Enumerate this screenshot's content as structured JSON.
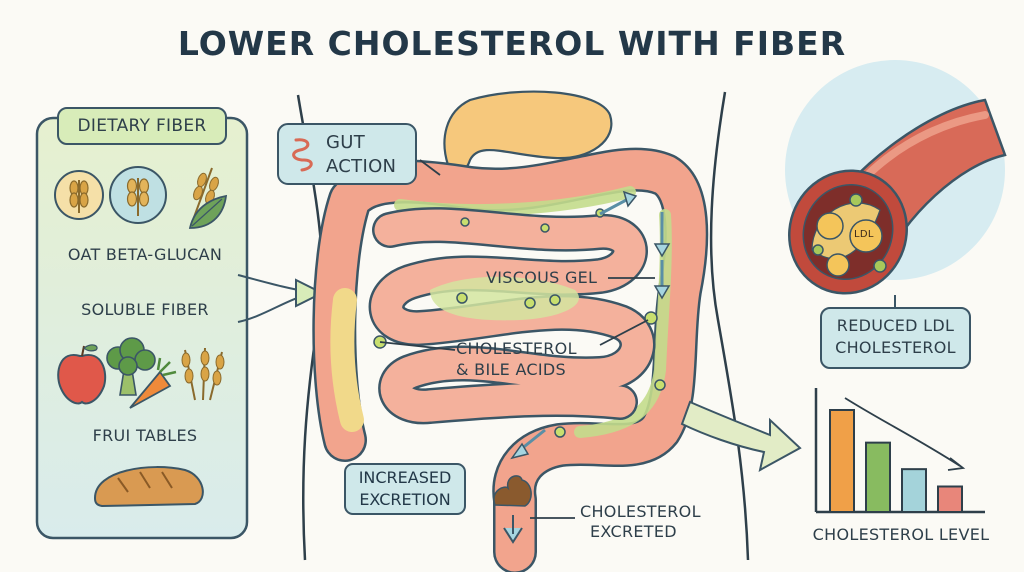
{
  "title": "LOWER CHOLESTEROL WITH FIBER",
  "fiber_panel": {
    "header": "DIETARY FIBER",
    "label_oat": "OAT BETA-GLUCAN",
    "label_soluble": "SOLUBLE FIBER",
    "label_fruits": "FRUI TABLES"
  },
  "gut": {
    "action_label_1": "GUT",
    "action_label_2": "ACTION",
    "viscous_gel": "VISCOUS GEL",
    "cholesterol_1": "CHOLESTEROL",
    "cholesterol_2": "& BILE ACIDS",
    "increased_1": "INCREASED",
    "increased_2": "EXCRETION",
    "excreted_1": "CHOLESTEROL",
    "excreted_2": "EXCRETED"
  },
  "artery": {
    "ldl": "LDL",
    "reduced_1": "REDUCED LDL",
    "reduced_2": "CHOLESTEROL"
  },
  "chart_data": {
    "type": "bar",
    "categories": [
      "",
      "",
      "",
      ""
    ],
    "values": [
      100,
      68,
      42,
      25
    ],
    "colors": [
      "#f0a048",
      "#88bb60",
      "#a4d3da",
      "#e8867a"
    ],
    "xlabel": "CHOLESTEROL LEVEL",
    "ylabel": "",
    "ylim": [
      0,
      100
    ],
    "trend_arrow": "descending"
  },
  "colors": {
    "panel_fill": "#e7f1d4",
    "pill_fill": "#cfe8ea",
    "intestine": "#f2a48d",
    "gel": "#c3dc8c",
    "artery": "#cf5a48",
    "outline": "#3b5666"
  }
}
